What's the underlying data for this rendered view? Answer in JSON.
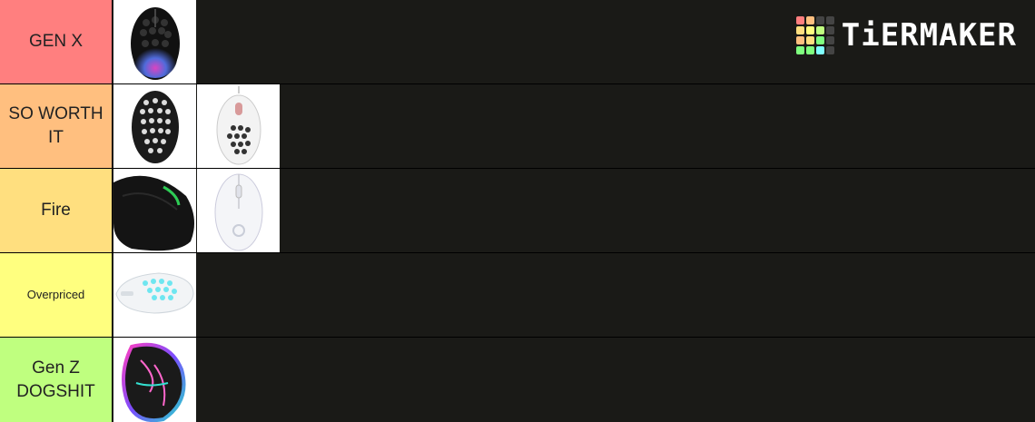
{
  "brand": {
    "logo_text": "TiERMAKER"
  },
  "logo_colors": [
    "#ff7f7f",
    "#ffbf7f",
    "#444444",
    "#444444",
    "#ffdf7f",
    "#ffff7f",
    "#bfff7f",
    "#444444",
    "#ffbf7f",
    "#ffdf7f",
    "#7fff7f",
    "#444444",
    "#7fff7f",
    "#7fff7f",
    "#7fffff",
    "#444444"
  ],
  "tiers": [
    {
      "label": "GEN X",
      "color": "#ff7f7f",
      "items": [
        {
          "name": "black honeycomb RGB mouse"
        }
      ]
    },
    {
      "label": "SO WORTH IT",
      "color": "#ffbf7f",
      "items": [
        {
          "name": "black honeycomb mouse"
        },
        {
          "name": "white honeycomb mouse"
        }
      ]
    },
    {
      "label": "Fire",
      "color": "#ffdf7f",
      "items": [
        {
          "name": "black ergonomic mouse"
        },
        {
          "name": "white logitech mouse"
        }
      ]
    },
    {
      "label": "Overpriced",
      "color": "#ffff7f",
      "items": [
        {
          "name": "white wireless honeycomb mouse"
        }
      ]
    },
    {
      "label": "Gen Z DOGSHIT",
      "color": "#bfff7f",
      "items": [
        {
          "name": "rgb gaming mouse"
        }
      ]
    }
  ]
}
